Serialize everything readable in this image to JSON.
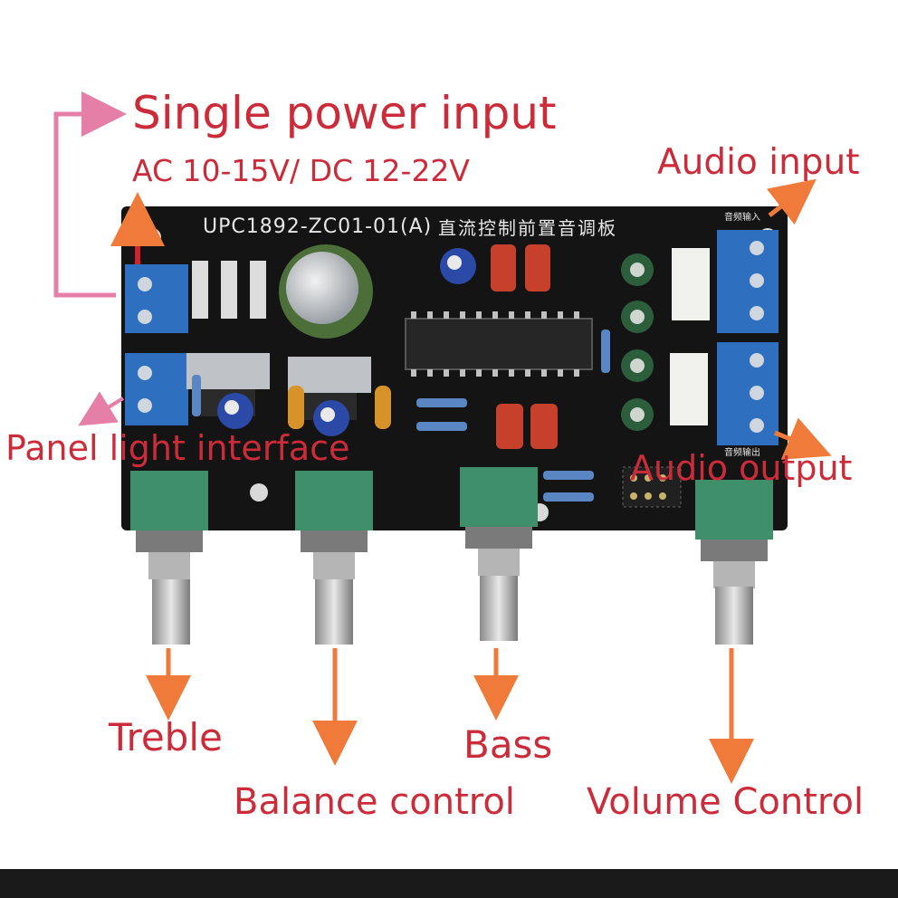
{
  "labels": {
    "title": "Single power input",
    "spec": "AC 10-15V/ DC 12-22V",
    "audio_input": "Audio input",
    "panel_light": "Panel light interface",
    "audio_output": "Audio output",
    "treble": "Treble",
    "bass": "Bass",
    "balance": "Balance control",
    "volume": "Volume Control"
  },
  "board": {
    "model": "UPC1892-ZC01-01(A)",
    "chinese_title": "直流控制前置音调板",
    "input_mark": "音频输入",
    "output_mark": "音频输出"
  },
  "colors": {
    "label_red": "#cc2b3a",
    "arrow_orange": "#f07a3a",
    "arrow_pink": "#e67fa8",
    "pcb": "#141414",
    "terminal_blue": "#2f6fc0",
    "pot_green": "#3f8f6a"
  }
}
